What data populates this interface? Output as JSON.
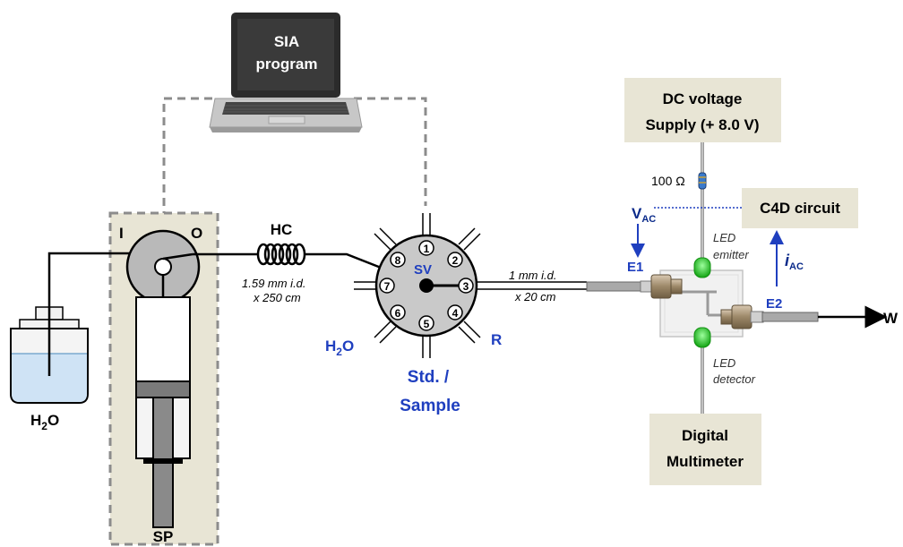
{
  "laptop": {
    "line1": "SIA",
    "line2": "program"
  },
  "pump": {
    "inlet_label": "I",
    "outlet_label": "O",
    "name": "SP"
  },
  "reservoir": {
    "label_main": "H",
    "label_sub": "2",
    "label_end": "O"
  },
  "holding_coil": {
    "name": "HC",
    "spec_line1": "1.59 mm i.d.",
    "spec_line2": "x 250 cm"
  },
  "selection_valve": {
    "name": "SV",
    "ports": [
      "1",
      "2",
      "3",
      "4",
      "5",
      "6",
      "7",
      "8"
    ],
    "port6_main": "H",
    "port6_sub": "2",
    "port6_end": "O",
    "port4_label": "R",
    "port5_line1": "Std. /",
    "port5_line2": "Sample"
  },
  "tube": {
    "spec_line1": "1 mm i.d.",
    "spec_line2": "x 20 cm"
  },
  "detector": {
    "supply_line1": "DC voltage",
    "supply_line2": "Supply (+ 8.0 V)",
    "resistor": "100 Ω",
    "c4d": "C4D circuit",
    "vac_main": "V",
    "vac_sub": "AC",
    "iac_main": "i",
    "iac_sub": "AC",
    "electrode1": "E1",
    "electrode2": "E2",
    "led_emitter_line1": "LED",
    "led_emitter_line2": "emitter",
    "led_detector_line1": "LED",
    "led_detector_line2": "detector",
    "multimeter_line1": "Digital",
    "multimeter_line2": "Multimeter",
    "waste": "W"
  },
  "colors": {
    "box_fill": "#e8e5d5",
    "dashed_line": "#8c8c8c",
    "blue_label": "#1f3fbf",
    "led_green": "#2ed12e"
  }
}
